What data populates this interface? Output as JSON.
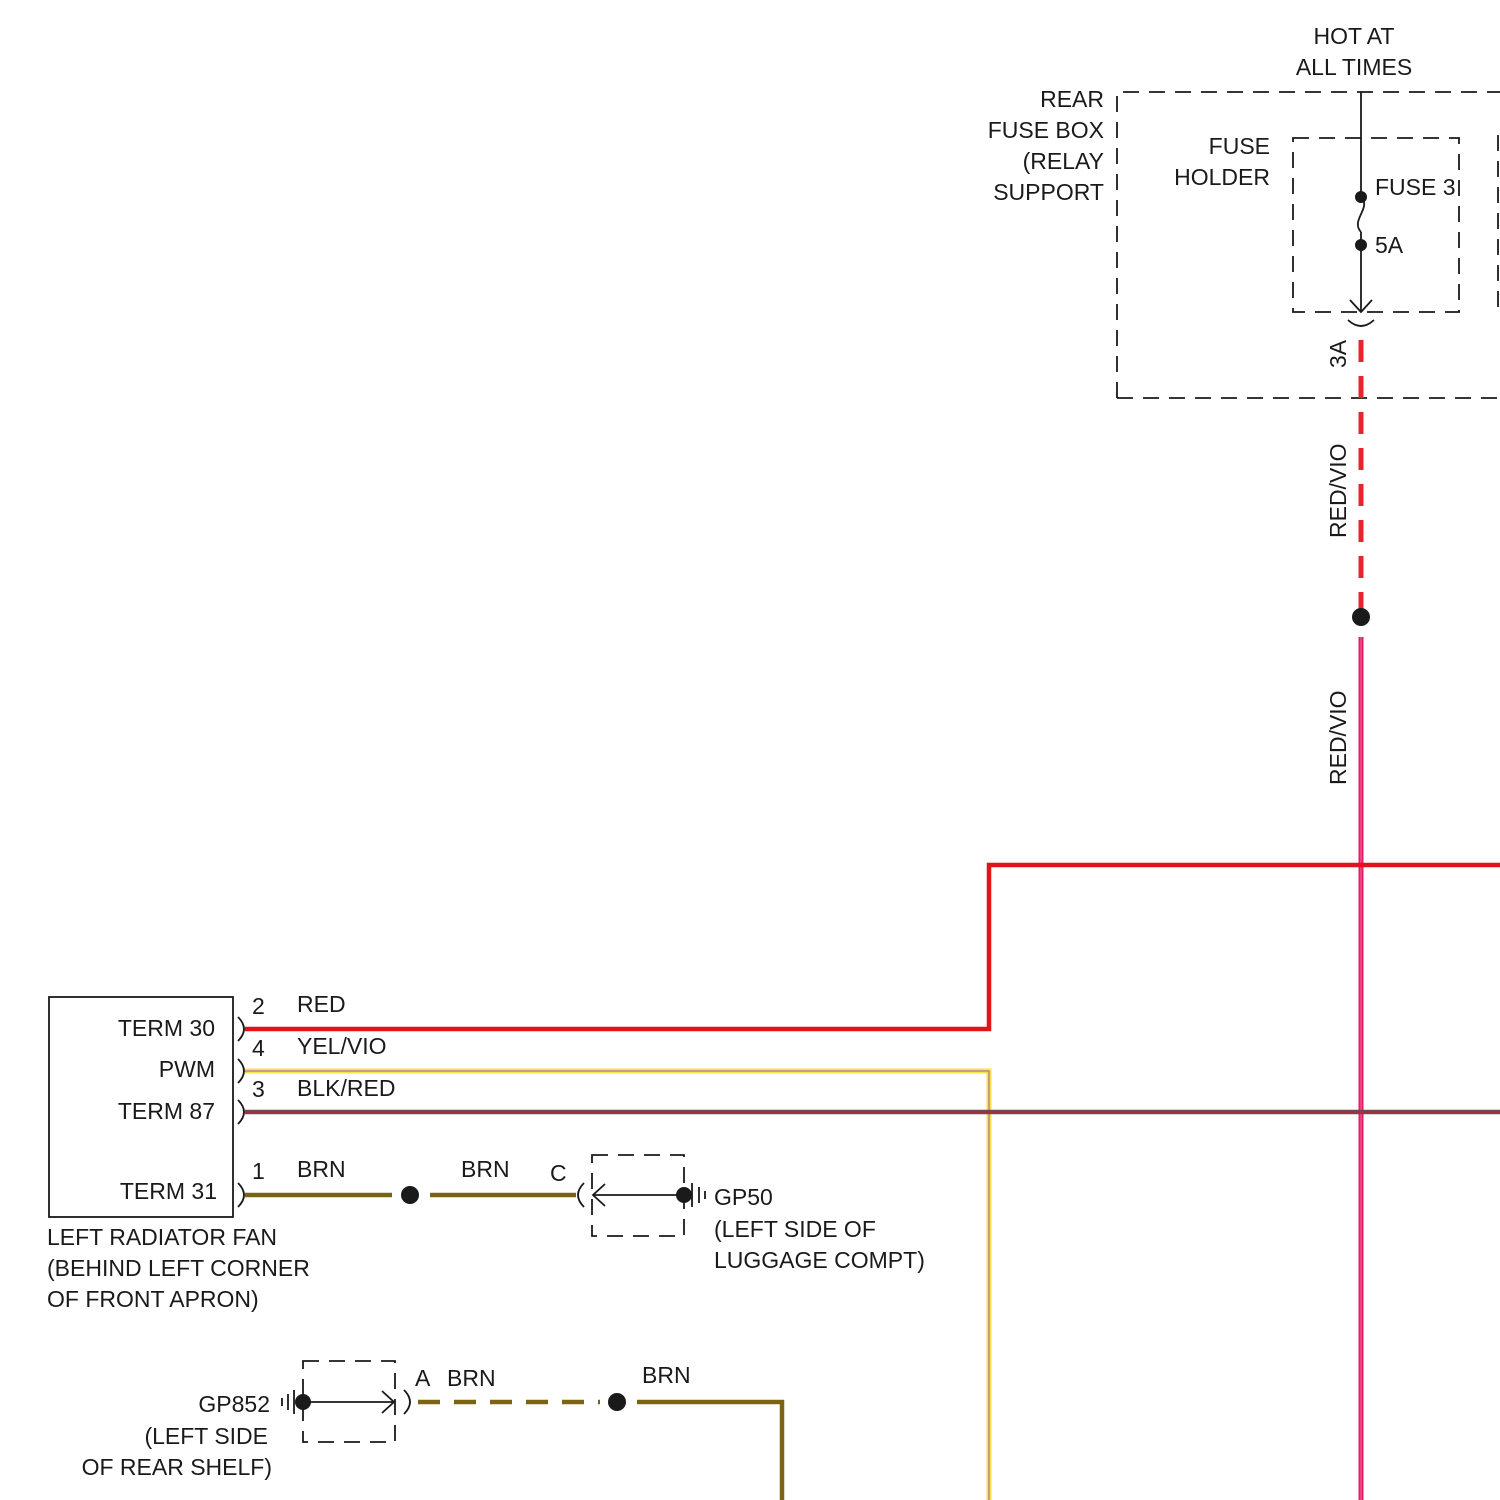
{
  "fuse_box": {
    "hot_line1": "HOT AT",
    "hot_line2": "ALL TIMES",
    "name_line1": "REAR",
    "name_line2": "FUSE BOX",
    "name_line3": "(RELAY",
    "name_line4": "SUPPORT",
    "holder_line1": "FUSE",
    "holder_line2": "HOLDER",
    "fuse_label": "FUSE 3",
    "fuse_rating": "5A",
    "connector_pin": "3A"
  },
  "wires": {
    "red_vio_upper": "RED/VIO",
    "red_vio_lower": "RED/VIO",
    "red": "RED",
    "yel_vio": "YEL/VIO",
    "blk_red": "BLK/RED",
    "brn_1": "BRN",
    "brn_2": "BRN",
    "brn_3": "BRN",
    "brn_4": "BRN"
  },
  "fan": {
    "pins": [
      {
        "terminal": "TERM 30",
        "pin": "2"
      },
      {
        "terminal": "PWM",
        "pin": "4"
      },
      {
        "terminal": "TERM 87",
        "pin": "3"
      },
      {
        "terminal": "TERM 31",
        "pin": "1"
      }
    ],
    "name_line1": "LEFT RADIATOR FAN",
    "name_line2": "(BEHIND LEFT CORNER",
    "name_line3": "OF FRONT APRON)"
  },
  "ground_gp50": {
    "connector_pin": "C",
    "name": "GP50",
    "loc_line1": "(LEFT SIDE OF",
    "loc_line2": "LUGGAGE COMPT)"
  },
  "ground_gp852": {
    "connector_pin": "A",
    "name": "GP852",
    "loc_line1": "(LEFT SIDE",
    "loc_line2": "OF REAR SHELF)"
  },
  "colors": {
    "red": "#e0151b",
    "red_vio": "#e8186c",
    "yellow": "#f4e34a",
    "violet": "#b04fc0",
    "black_red": "#6a4a5a",
    "brown": "#7a6414",
    "ink": "#1a1a1a"
  }
}
